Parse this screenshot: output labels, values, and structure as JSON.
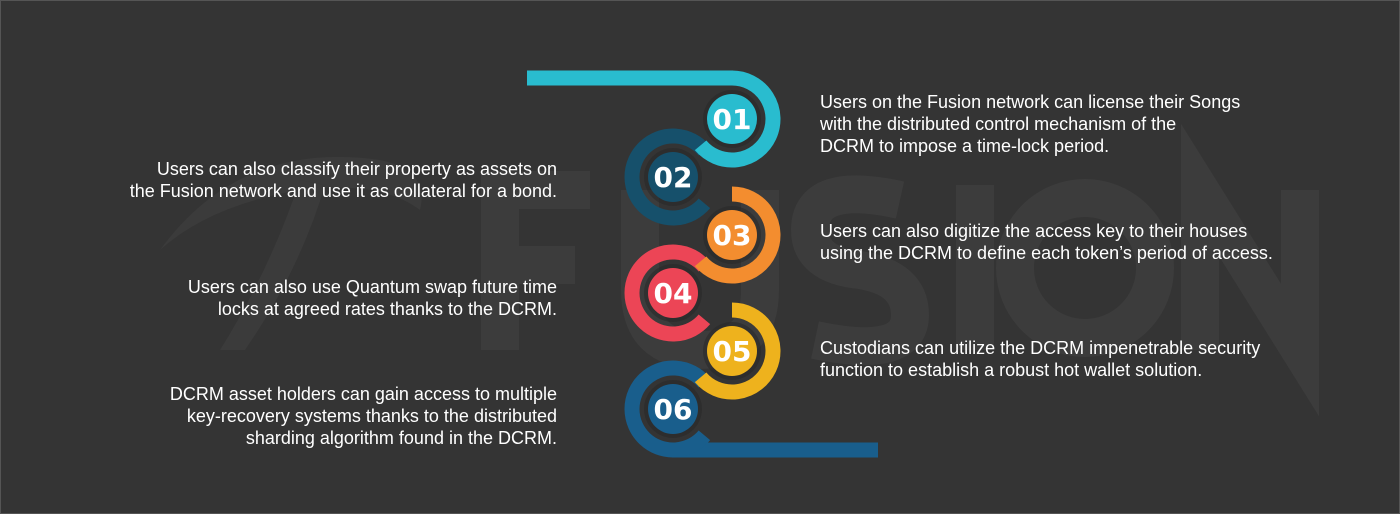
{
  "watermark": "FUSION",
  "colors": {
    "background": "#343434",
    "step1": "#29BCCF",
    "step2": "#16506B",
    "step3": "#F38D2F",
    "step4": "#EC4556",
    "step5": "#EEB21D",
    "step6": "#195E8C"
  },
  "steps": [
    {
      "number": "01",
      "side": "right",
      "lines": [
        "Users on the Fusion network can license their Songs",
        "with the distributed control mechanism of the",
        "DCRM to impose a time-lock period."
      ]
    },
    {
      "number": "02",
      "side": "left",
      "lines": [
        "Users can also classify their property as assets on",
        "the Fusion network and use it as collateral for a bond."
      ]
    },
    {
      "number": "03",
      "side": "right",
      "lines": [
        "Users can also digitize the access key to their houses",
        "using the DCRM to define each token’s period of access."
      ]
    },
    {
      "number": "04",
      "side": "left",
      "lines": [
        "Users can also use Quantum swap future time",
        "locks at agreed rates thanks to the DCRM."
      ]
    },
    {
      "number": "05",
      "side": "right",
      "lines": [
        "Custodians can utilize the DCRM impenetrable security",
        "function to establish a robust hot wallet solution."
      ]
    },
    {
      "number": "06",
      "side": "left",
      "lines": [
        "DCRM asset holders can gain access to multiple",
        "key-recovery systems thanks to the distributed",
        "sharding algorithm found in the DCRM."
      ]
    }
  ]
}
